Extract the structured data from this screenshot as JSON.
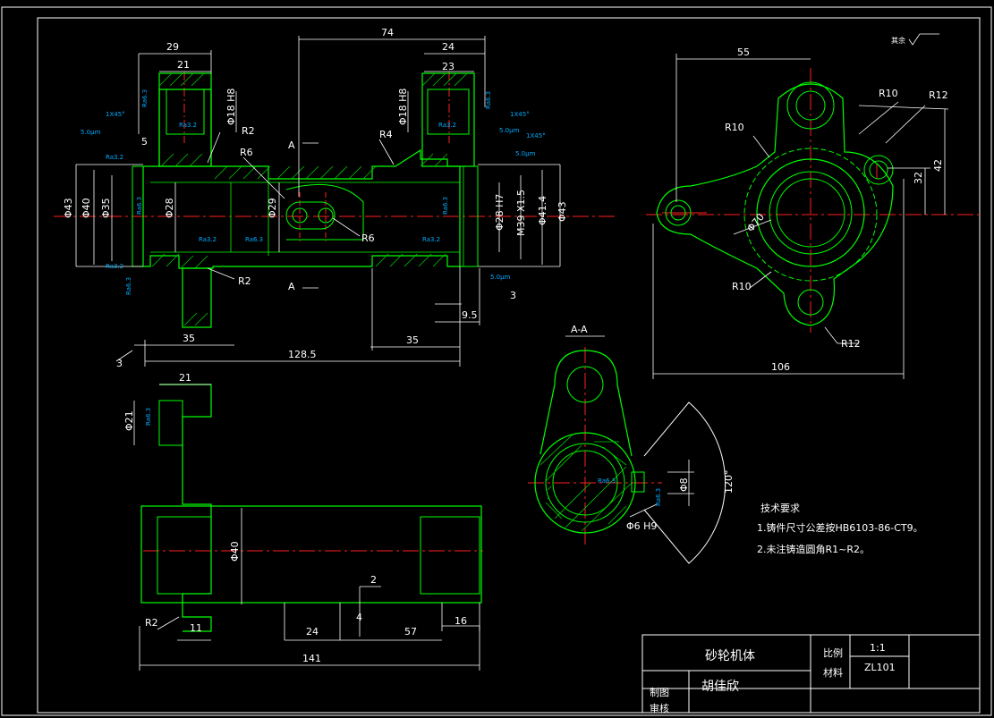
{
  "colors": {
    "background": "#000000",
    "outline": "#00ff00",
    "frame": "#ffffff",
    "centerline": "#ff2020",
    "dimension": "#ffffff",
    "roughness": "#00aaff",
    "hatch": "#00cc00"
  },
  "front_view": {
    "dims": [
      "29",
      "21",
      "74",
      "24",
      "23",
      "35",
      "128.5",
      "35",
      "9.5",
      "3",
      "3",
      "5"
    ],
    "diameters_left": [
      "Φ43",
      "Φ40",
      "Φ35"
    ],
    "bore": "Φ28",
    "hole": "Φ29",
    "thread": "M39 X1.5",
    "right_dias": [
      "Φ28 H7",
      "Φ41.4",
      "Φ43"
    ],
    "top_bores": [
      "Φ18 H8",
      "Φ18 H8"
    ],
    "radii": [
      "R2",
      "R6",
      "R4",
      "R6",
      "R2"
    ],
    "chamfers": [
      "1X45°",
      "1X45°",
      "1X45°"
    ],
    "section_mark": "A",
    "roughness": [
      "Ra3.2",
      "Ra3.2",
      "Ra6.3",
      "Ra6.3",
      "Ra3.2",
      "Ra6.3",
      "Ra3.2",
      "Ra6.3",
      "Ra3.2",
      "Ra6.3",
      "Ra3.2",
      "Ra6.3"
    ],
    "notes": [
      "5.0μm",
      "5.0μm",
      "5.0μm",
      "5.0μm"
    ]
  },
  "bottom_view": {
    "dims": [
      "21",
      "Φ21",
      "Φ40",
      "2",
      "4",
      "24",
      "57",
      "16",
      "11",
      "141"
    ],
    "radius": "R2",
    "roughness": "Ra6.3"
  },
  "side_view": {
    "dims": [
      "55",
      "106",
      "32",
      "42"
    ],
    "radii": [
      "R10",
      "R12",
      "R10",
      "R10",
      "R12"
    ],
    "diameter": "Φ70"
  },
  "section_view": {
    "title": "A-A",
    "angle": "120°",
    "dia8": "Φ8",
    "dia6": "Φ6 H9",
    "roughness": [
      "Ra6.3",
      "Ra6.3"
    ]
  },
  "tech": {
    "title": "技术要求",
    "lines": [
      "1.铸件尺寸公差按HB6103-86-CT9。",
      "2.未注铸造圆角R1~R2。"
    ]
  },
  "corner_mark": "其余",
  "title_block": {
    "name": "砂轮机体",
    "scale_label": "比例",
    "scale": "1:1",
    "material_label": "材料",
    "material": "ZL101",
    "designer": "胡佳欣",
    "draw_label": "制图",
    "check_label": "审核"
  }
}
